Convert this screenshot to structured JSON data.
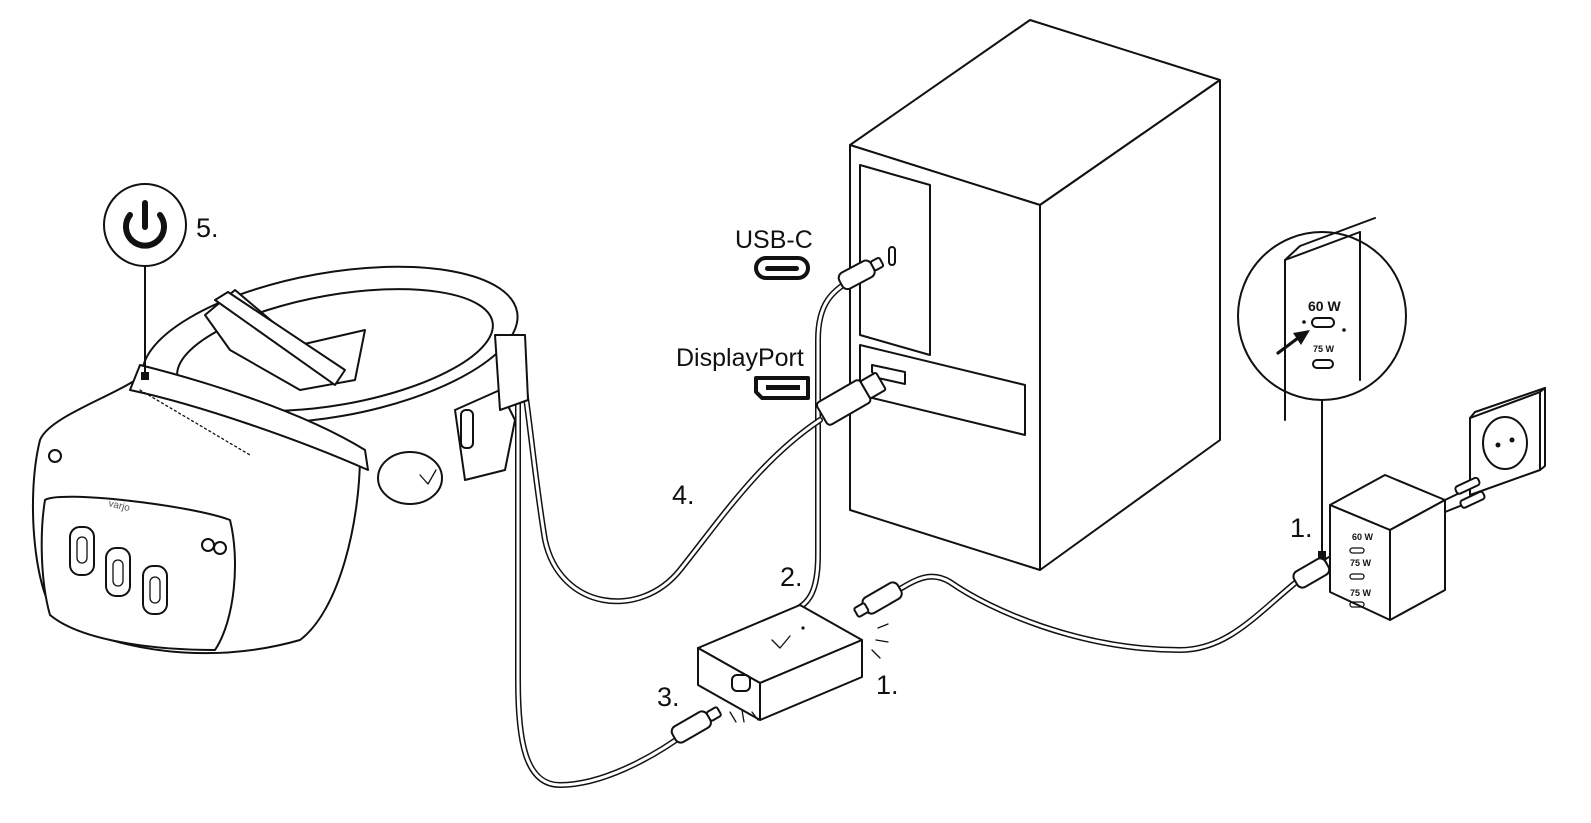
{
  "labels": {
    "usb_c": "USB-C",
    "displayport": "DisplayPort",
    "step_power_headset": "5.",
    "step_displayport_cable": "4.",
    "step_usb_cable": "2.",
    "step_headset_cable": "3.",
    "step_adapter_power": "1.",
    "step_charger_port": "1."
  },
  "charger": {
    "port_top": "60 W",
    "port_bottom": "75 W",
    "small_port_1": "60 W",
    "small_port_2": "75 W",
    "small_port_3": "75 W"
  },
  "headset": {
    "brand": "varjo"
  },
  "icons": {
    "power": "power-icon",
    "usb_c": "usb-c-port-icon",
    "displayport": "displayport-port-icon",
    "arrow": "arrow-icon"
  },
  "colors": {
    "line": "#111111",
    "background": "#ffffff"
  }
}
